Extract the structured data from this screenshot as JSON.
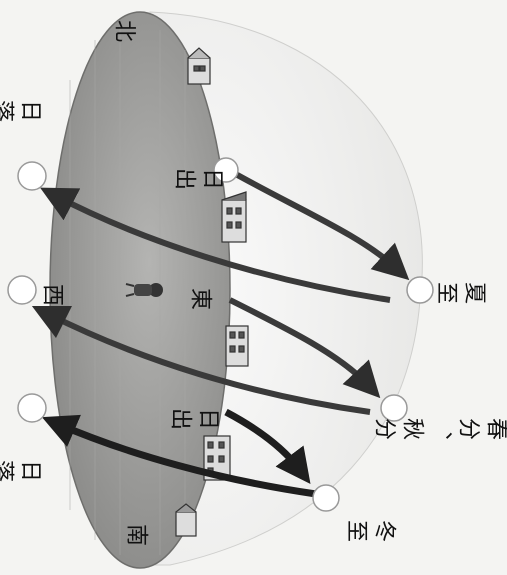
{
  "labels": {
    "north": "北",
    "south": "南",
    "east": "東",
    "west": "西",
    "sunrise_upper": "日出",
    "sunrise_lower": "日出",
    "sunset_upper": "日落",
    "sunset_lower": "日落",
    "summer_solstice": "夏至",
    "equinoxes": "春分、秋分",
    "winter_solstice": "冬至"
  },
  "colors": {
    "ground": "#9a9a98",
    "dome": "#f4f4f2",
    "arrow": "#3a3a3a",
    "sun": "#ffffff"
  }
}
